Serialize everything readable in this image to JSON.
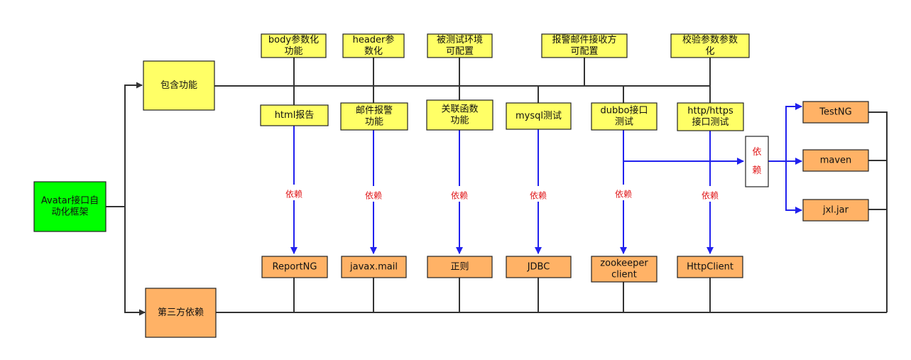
{
  "colors": {
    "root": "#00ff00",
    "yellow": "#ffff66",
    "orange": "#ffb266",
    "line": "#333333",
    "arrow": "#2121ee",
    "dep_text": "#e0191b"
  },
  "root": {
    "text": "Avatar接口自\n动化框架"
  },
  "includes": {
    "text": "包含功能"
  },
  "third_party": {
    "text": "第三方依赖"
  },
  "sub_features": [
    {
      "text": "body参数化\n功能"
    },
    {
      "text": "header参\n数化"
    },
    {
      "text": "被测试环境\n可配置"
    },
    {
      "text": "报警邮件接收方\n可配置"
    },
    {
      "text": "校验参数参数\n化"
    }
  ],
  "features": [
    {
      "text": "html报告",
      "dep_label": "依赖",
      "lib": "ReportNG"
    },
    {
      "text": "邮件报警\n功能",
      "dep_label": "依赖",
      "lib": "javax.mail"
    },
    {
      "text": "关联函数\n功能",
      "dep_label": "依赖",
      "lib": "正则"
    },
    {
      "text": "mysql测试",
      "dep_label": "依赖",
      "lib": "JDBC"
    },
    {
      "text": "dubbo接口\n测试",
      "dep_label": "依赖",
      "lib": "zookeeper\nclient"
    },
    {
      "text": "http/https\n接口测试",
      "dep_label": "依赖",
      "lib": "HttpClient"
    }
  ],
  "mid_dep": {
    "text": "依\n\n赖"
  },
  "tools": [
    {
      "text": "TestNG"
    },
    {
      "text": "maven"
    },
    {
      "text": "jxl.jar"
    }
  ]
}
